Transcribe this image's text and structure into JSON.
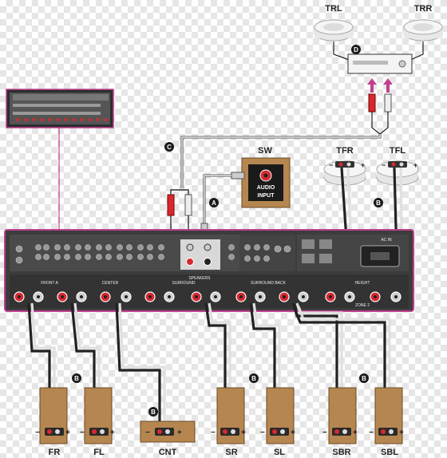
{
  "speakers": {
    "trl": "TRL",
    "trr": "TRR",
    "tfr": "TFR",
    "tfl": "TFL",
    "sw": "SW",
    "fr": "FR",
    "fl": "FL",
    "cnt": "CNT",
    "sr": "SR",
    "sl": "SL",
    "sbr": "SBR",
    "sbl": "SBL"
  },
  "subwoofer_panel": {
    "line1": "AUDIO",
    "line2": "INPUT"
  },
  "callouts": {
    "a": "A",
    "b": "B",
    "c": "C",
    "d": "D"
  },
  "terminal_labels": {
    "front_a": "FRONT A",
    "center": "CENTER",
    "surround": "SURROUND",
    "surround_back": "SURROUND BACK",
    "height": "HEIGHT",
    "zone2": "ZONE 2",
    "speakers": "SPEAKERS",
    "ac_in": "AC IN"
  },
  "polarity": {
    "minus": "−",
    "plus": "+"
  },
  "colors": {
    "receiver_frame": "#c0408f",
    "panel_dark": "#3a3a3a",
    "speaker_wood": "#b5864f",
    "cable_rca_red": "#d7282f",
    "callout_bg": "#1a1a1a"
  }
}
